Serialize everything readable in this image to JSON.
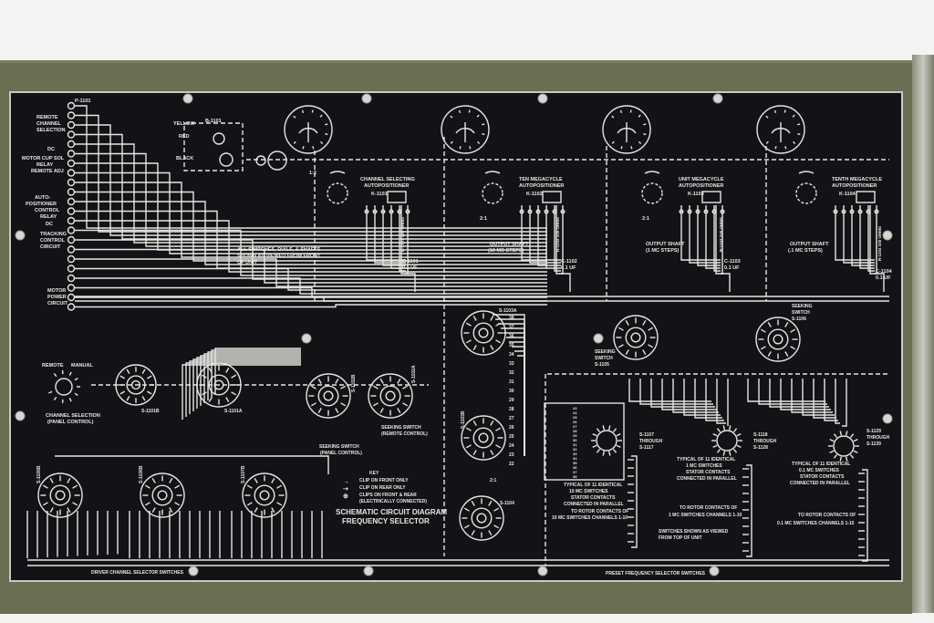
{
  "panel": {
    "title_line1": "SCHEMATIC CIRCUIT DIAGRAM",
    "title_line2": "FREQUENCY SELECTOR",
    "bottom_left_caption": "DRIVER CHANNEL SELECTOR SWITCHES",
    "bottom_right_caption": "PRESET FREQUENCY SELECTOR SWITCHES",
    "view_note": [
      "ALL SWITCHES, DIALS, & SHAFTS",
      "SHOWN AS VIEWED FROM FRONT",
      "OF UNIT"
    ],
    "switches_note": [
      "SWITCHES SHOWN AS VIEWED",
      "FROM TOP OF UNIT"
    ]
  },
  "terminal_board": {
    "ref": "P-1101",
    "labels": [
      "REMOTE",
      "CHANNEL",
      "SELECTION",
      "DC",
      "MOTOR CUP SOL",
      "RELAY",
      "REMOTE ADJ",
      "AUTO-",
      "POSITIONER",
      "CONTROL",
      "RELAY",
      "DC",
      "TRACKING",
      "CONTROL",
      "CIRCUIT",
      "MOTOR",
      "POWER",
      "CIRCUIT"
    ]
  },
  "motor": {
    "ref": "B-1101",
    "wires": [
      "YELLOW",
      "RED",
      "BLACK"
    ]
  },
  "autopositioners": [
    {
      "title": "CHANNEL SELECTING",
      "subtitle": "AUTOPOSITIONER",
      "relay": "K-1101",
      "resistor": "R-1101 330 OHMS",
      "cap": "C-1101",
      "cap_value": "0.1 UF",
      "shaft": "",
      "shaft_steps": "",
      "ratio": "1:2"
    },
    {
      "title": "TEN MEGACYCLE",
      "subtitle": "AUTOPOSITIONER",
      "relay": "K-1102",
      "resistor": "R-1102 330 OHMS",
      "cap": "C-1102",
      "cap_value": "0.1 UF",
      "shaft": "OUTPUT SHAFT",
      "shaft_steps": "(10 MC STEPS)",
      "ratio": "2:1"
    },
    {
      "title": "UNIT MEGACYCLE",
      "subtitle": "AUTOPOSITIONER",
      "relay": "K-1103",
      "resistor": "R-1103 330 OHMS",
      "cap": "C-1103",
      "cap_value": "0.1 UF",
      "shaft": "OUTPUT SHAFT",
      "shaft_steps": "(1 MC STEPS)",
      "ratio": "2:1"
    },
    {
      "title": "TENTH MEGACYCLE",
      "subtitle": "AUTOPOSITIONER",
      "relay": "K-1104",
      "resistor": "R-1104 330 OHMS",
      "cap": "C-1104",
      "cap_value": "0.1 UF",
      "shaft": "OUTPUT SHAFT",
      "shaft_steps": "(.1 MC STEPS)",
      "ratio": ""
    }
  ],
  "channel_selection": {
    "remote": "REMOTE",
    "manual": "MANUAL",
    "label1": "CHANNEL SELECTION",
    "label2": "(PANEL CONTROL)"
  },
  "switches": {
    "s1101b": "S-1101B",
    "s1101a": "S-1101A",
    "s1102b": "S-1102B",
    "s1102a": "S-1102A",
    "seek_panel": [
      "SEEKING SWITCH",
      "(PANEL CONTROL)"
    ],
    "seek_remote": [
      "SEEKING SWITCH",
      "(REMOTE CONTROL)"
    ],
    "s1103a": "S-1103A",
    "s1103b": "S-1103B",
    "s1104": "S-1104",
    "ratio": "2:1",
    "s1105": [
      "SEEKING",
      "SWITCH",
      "S-1105"
    ],
    "s1106": [
      "SEEKING",
      "SWITCH",
      "S-1106"
    ],
    "driver": [
      "S-1105B",
      "S-1106B",
      "S-1107B"
    ]
  },
  "key": {
    "title": "KEY",
    "items": [
      "CLIP ON FRONT ONLY",
      "CLIP ON REAR ONLY",
      "CLIPS ON FRONT & REAR",
      "(ELECTRICALLY CONNECTED)"
    ]
  },
  "preset_groups": [
    {
      "range": [
        "S-1107",
        "THROUGH",
        "S-1117"
      ],
      "typical": [
        "TYPICAL OF 11 IDENTICAL",
        "10 MC SWITCHES",
        "STATOR CONTACTS",
        "CONNECTED IN PARALLEL"
      ],
      "rotor": [
        "TO ROTOR CONTACTS OF",
        "10 MC SWITCHES CHANNELS 1-10"
      ]
    },
    {
      "range": [
        "S-1118",
        "THROUGH",
        "S-1128"
      ],
      "typical": [
        "TYPICAL OF 11 IDENTICAL",
        "1 MC SWITCHES",
        "STATOR CONTACTS",
        "CONNECTED IN PARALLEL"
      ],
      "rotor": [
        "TO ROTOR CONTACTS OF",
        "1 MC SWITCHES CHANNELS 1-10"
      ]
    },
    {
      "range": [
        "S-1129",
        "THROUGH",
        "S-1139"
      ],
      "typical": [
        "TYPICAL OF 11 IDENTICAL",
        "0.1 MC SWITCHES",
        "STATOR CONTACTS",
        "CONNECTED IN PARALLEL"
      ],
      "rotor": [
        "TO ROTOR CONTACTS OF",
        "0.1 MC SWITCHES CHANNELS 1-10"
      ]
    }
  ],
  "contact_numbers": [
    "22",
    "23",
    "24",
    "25",
    "26",
    "27",
    "28",
    "29",
    "30",
    "31",
    "32",
    "33",
    "34",
    "35",
    "36",
    "37",
    "38"
  ]
}
